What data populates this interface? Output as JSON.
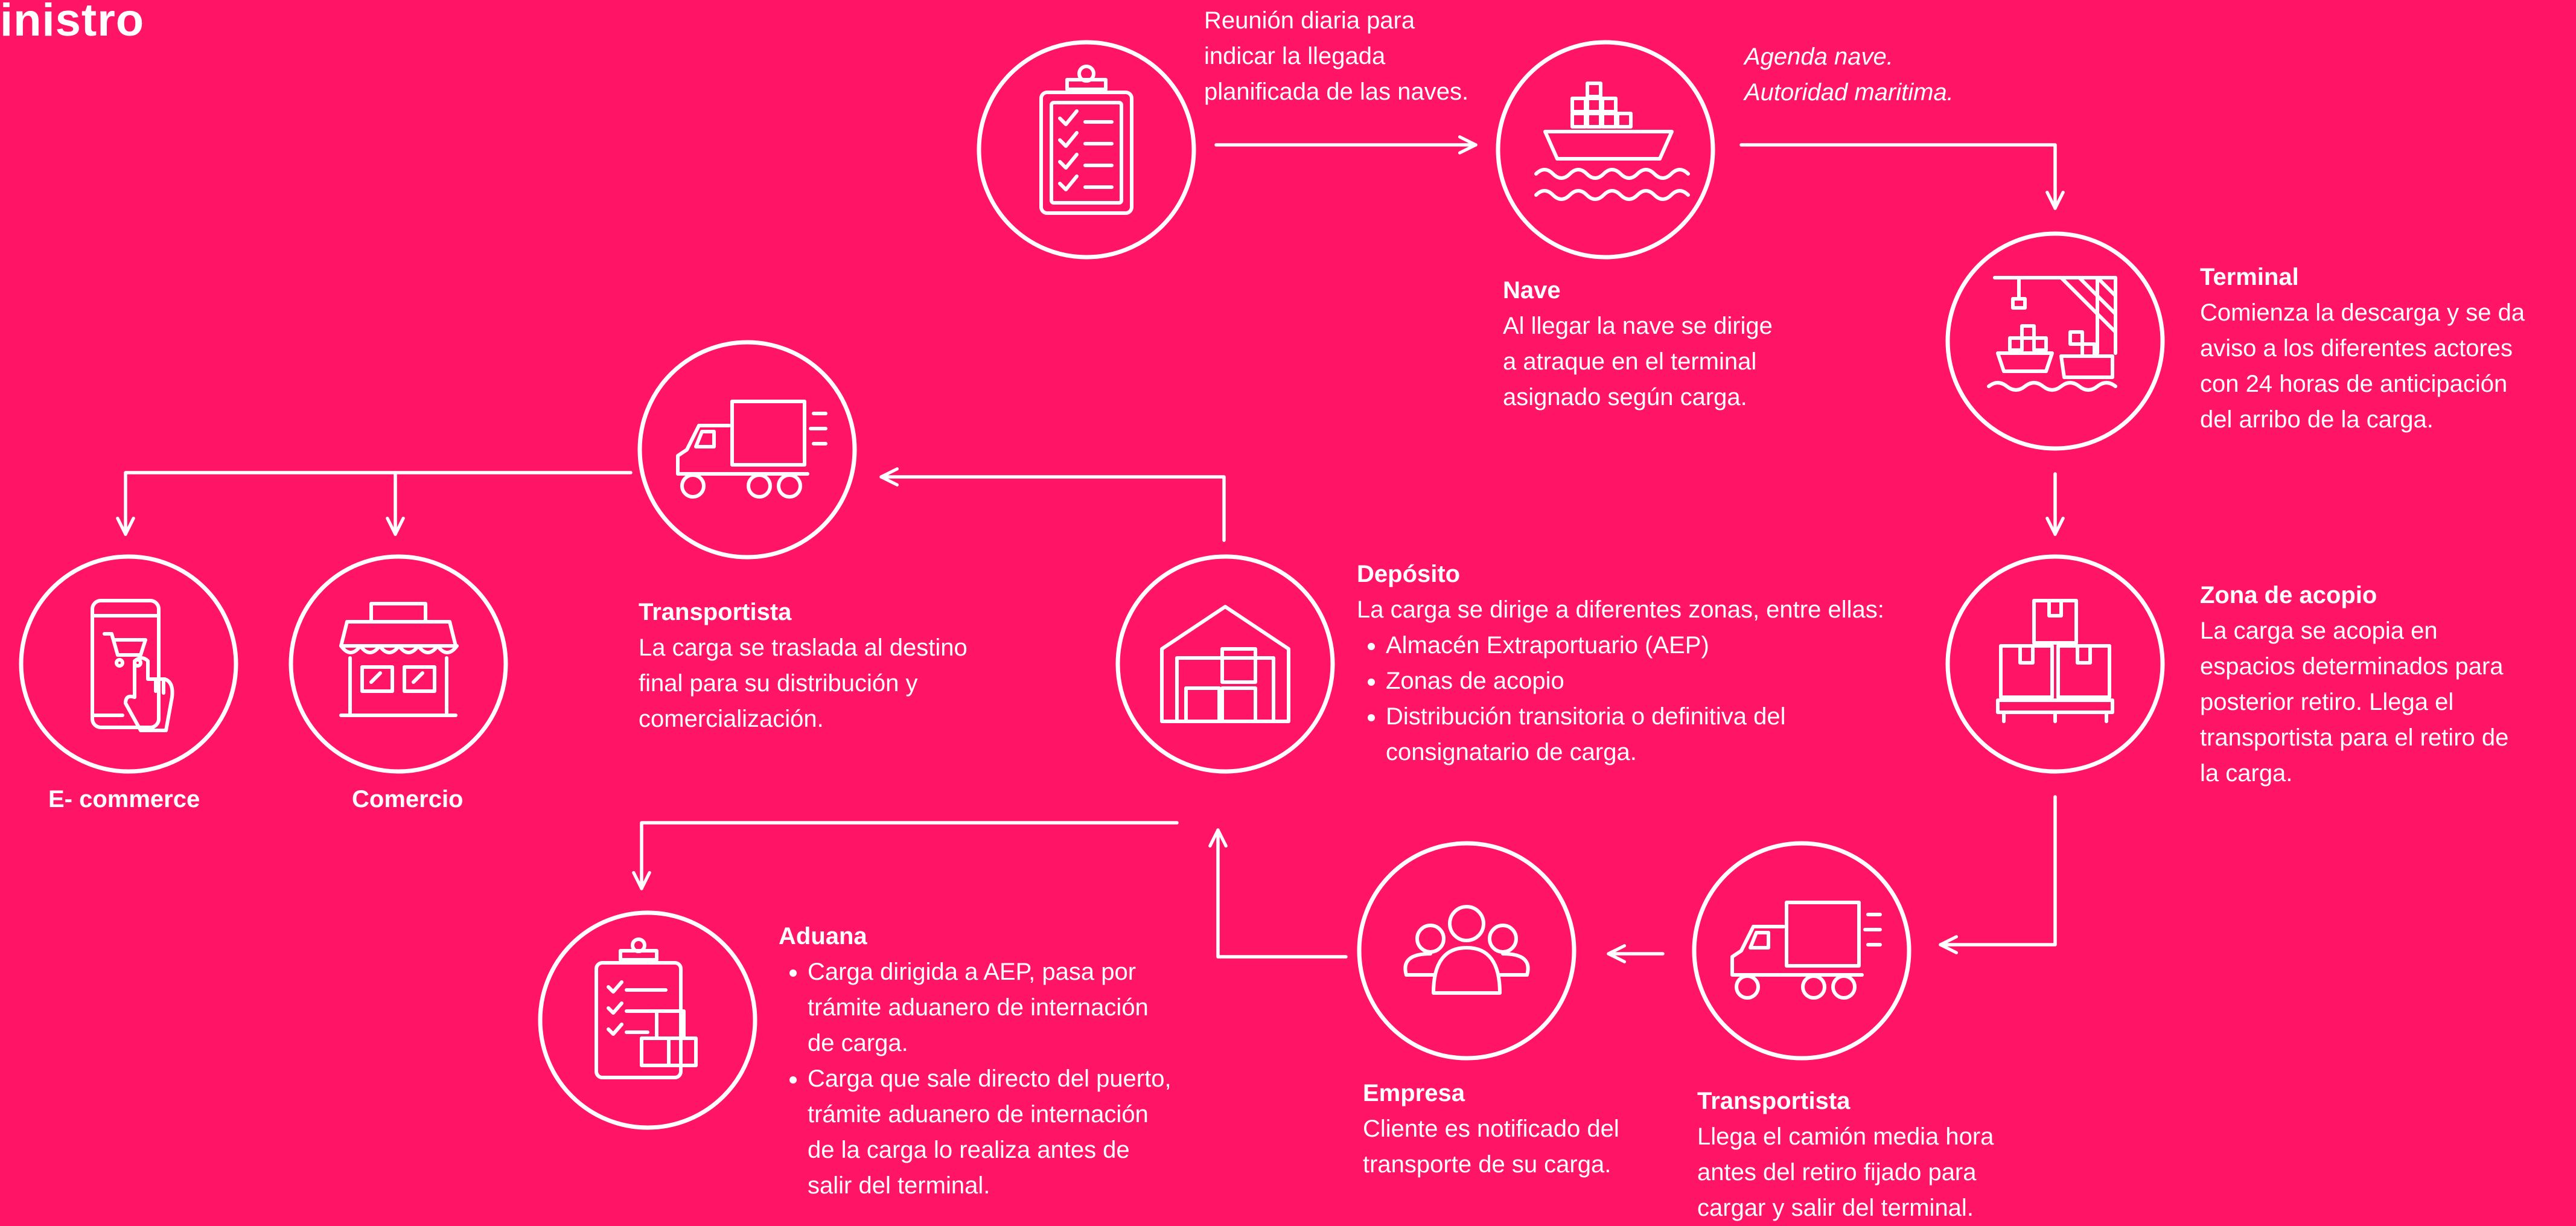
{
  "title": "inistro",
  "meeting": {
    "text": "Reunión diaria para indicar la llegada planificada de las naves."
  },
  "agenda": {
    "line1": "Agenda nave.",
    "line2": "Autoridad maritima."
  },
  "nave": {
    "heading": "Nave",
    "text": "Al llegar la nave se dirige a atraque en el terminal asignado según carga."
  },
  "terminal": {
    "heading": "Terminal",
    "text": "Comienza la descarga y se da aviso a los diferentes actores con 24 horas de anticipación del arribo de la carga."
  },
  "zona_acopio": {
    "heading": "Zona de acopio",
    "text": "La carga se acopia en espacios determinados para posterior retiro. Llega el transportista para el retiro de la carga."
  },
  "transportista_lower": {
    "heading": "Transportista",
    "text": "Llega el camión media hora antes del retiro fijado para cargar y salir del terminal."
  },
  "empresa": {
    "heading": "Empresa",
    "text": "Cliente es notificado del transporte de su carga."
  },
  "aduana": {
    "heading": "Aduana",
    "items": [
      "Carga dirigida a AEP, pasa por trámite aduanero de internación de carga.",
      "Carga que sale directo del puerto, trámite aduanero de internación de la carga lo realiza antes de salir del terminal."
    ]
  },
  "deposito": {
    "heading": "Depósito",
    "intro": "La carga se dirige a diferentes zonas, entre ellas:",
    "items": [
      "Almacén Extraportuario (AEP)",
      "Zonas de acopio",
      "Distribución transitoria o definitiva del consignatario de carga."
    ]
  },
  "transportista_upper": {
    "heading": "Transportista",
    "text": "La carga se traslada al destino final para su distribución y comercialización."
  },
  "ecommerce": {
    "label": "E- commerce"
  },
  "comercio": {
    "label": "Comercio"
  },
  "icons": {
    "meeting": "clipboard-checklist-icon",
    "nave": "cargo-ship-icon",
    "terminal": "port-crane-icon",
    "zona_acopio": "stacked-boxes-pallet-icon",
    "transportista_lower": "truck-icon",
    "empresa": "people-group-icon",
    "aduana": "clipboard-boxes-icon",
    "deposito": "warehouse-icon",
    "transportista_upper": "truck-icon",
    "ecommerce": "phone-touch-cart-icon",
    "comercio": "storefront-icon"
  },
  "colors": {
    "background": "#ff1466",
    "foreground": "#ffffff"
  }
}
